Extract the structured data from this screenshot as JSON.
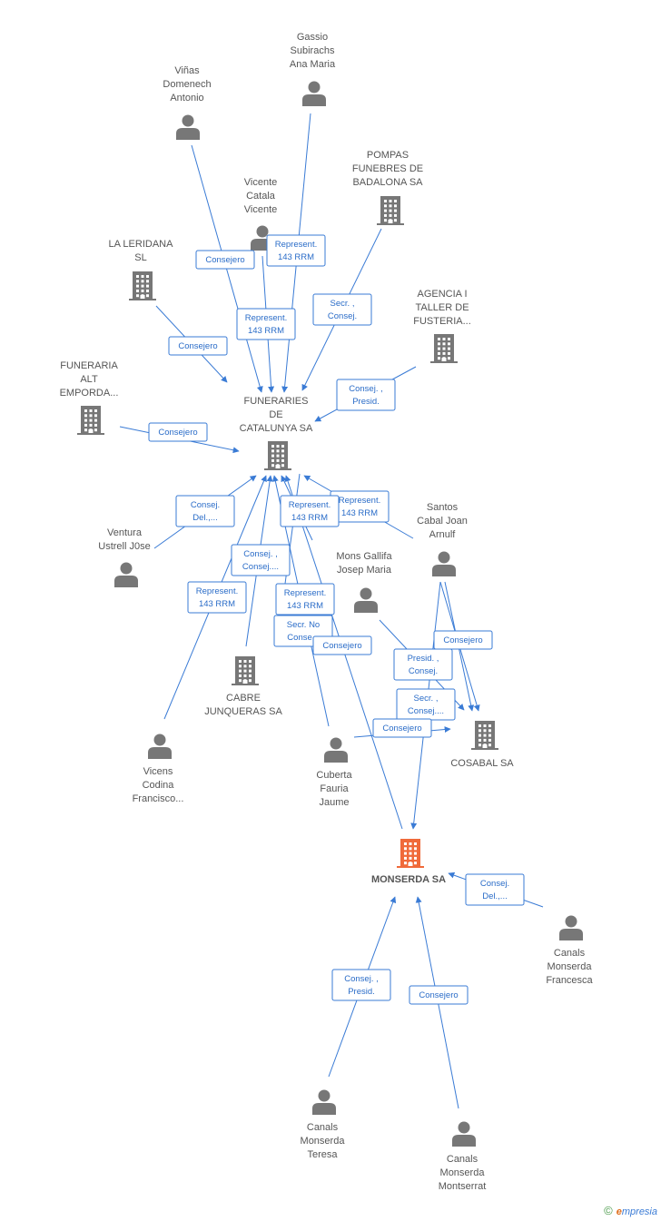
{
  "colors": {
    "person": "#777777",
    "company": "#777777",
    "focus": "#f06a3a",
    "edge": "#3a7bd5"
  },
  "nodes": [
    {
      "id": "gassio",
      "kind": "person",
      "label": [
        "Gassio",
        "Subirachs",
        "Ana Maria"
      ]
    },
    {
      "id": "vinas",
      "kind": "person",
      "label": [
        "Viñas",
        "Domenech",
        "Antonio"
      ]
    },
    {
      "id": "vicente",
      "kind": "person",
      "label": [
        "Vicente",
        "Catala",
        "Vicente"
      ]
    },
    {
      "id": "pompas",
      "kind": "company",
      "label": [
        "POMPAS",
        "FUNEBRES DE",
        "BADALONA SA"
      ]
    },
    {
      "id": "leridana",
      "kind": "company",
      "label": [
        "LA LERIDANA",
        "SL"
      ]
    },
    {
      "id": "agencia",
      "kind": "company",
      "label": [
        "AGENCIA I",
        "TALLER DE",
        "FUSTERIA..."
      ]
    },
    {
      "id": "funeraria_alt",
      "kind": "company",
      "label": [
        "FUNERARIA",
        "ALT",
        "EMPORDA..."
      ]
    },
    {
      "id": "funeraries",
      "kind": "company",
      "label": [
        "FUNERARIES",
        "DE",
        "CATALUNYA SA"
      ]
    },
    {
      "id": "ventura",
      "kind": "person",
      "label": [
        "Ventura",
        "Ustrell J0se"
      ]
    },
    {
      "id": "santos",
      "kind": "person",
      "label": [
        "Santos",
        "Cabal Joan",
        "Arnulf"
      ]
    },
    {
      "id": "mons",
      "kind": "person",
      "label": [
        "Mons Gallifa",
        "Josep Maria"
      ]
    },
    {
      "id": "cabre",
      "kind": "company",
      "label": [
        "CABRE",
        "JUNQUERAS SA"
      ]
    },
    {
      "id": "cosabal",
      "kind": "company",
      "label": [
        "COSABAL SA"
      ]
    },
    {
      "id": "vicens",
      "kind": "person",
      "label": [
        "Vicens",
        "Codina",
        "Francisco..."
      ]
    },
    {
      "id": "cuberta",
      "kind": "person",
      "label": [
        "Cuberta",
        "Fauria",
        "Jaume"
      ]
    },
    {
      "id": "monserda",
      "kind": "focus",
      "label": [
        "MONSERDA SA"
      ]
    },
    {
      "id": "francesca",
      "kind": "person",
      "label": [
        "Canals",
        "Monserda",
        "Francesca"
      ]
    },
    {
      "id": "teresa",
      "kind": "person",
      "label": [
        "Canals",
        "Monserda",
        "Teresa"
      ]
    },
    {
      "id": "montserrat",
      "kind": "person",
      "label": [
        "Canals",
        "Monserda",
        "Montserrat"
      ]
    }
  ],
  "edges": [
    {
      "from": "vinas",
      "to": "funeraries",
      "label": [
        "Consejero"
      ]
    },
    {
      "from": "gassio",
      "to": "funeraries",
      "label": [
        "Represent.",
        "143 RRM"
      ]
    },
    {
      "from": "vicente",
      "to": "funeraries",
      "label": [
        "Represent.",
        "143 RRM"
      ]
    },
    {
      "from": "pompas",
      "to": "funeraries",
      "label": [
        "Secr. ,",
        "Consej."
      ]
    },
    {
      "from": "leridana",
      "to": "funeraries",
      "label": [
        "Consejero"
      ]
    },
    {
      "from": "agencia",
      "to": "funeraries",
      "label": [
        "Consej. ,",
        "Presid."
      ]
    },
    {
      "from": "funeraria_alt",
      "to": "funeraries",
      "label": [
        "Consejero"
      ]
    },
    {
      "from": "ventura",
      "to": "funeraries",
      "label": [
        "Consej.",
        "Del.,..."
      ]
    },
    {
      "from": "cabre",
      "to": "funeraries",
      "label": [
        "Consej. ,",
        "Consej...."
      ]
    },
    {
      "from": "vicens",
      "to": "funeraries",
      "label": [
        "Represent.",
        "143 RRM"
      ]
    },
    {
      "from": "mons",
      "to": "funeraries",
      "label": [
        "Represent.",
        "143 RRM"
      ]
    },
    {
      "from": "santos",
      "to": "funeraries",
      "label": [
        "Represent.",
        "143 RRM"
      ]
    },
    {
      "from": "cuberta",
      "to": "funeraries",
      "label": [
        "Represent.",
        "143 RRM"
      ]
    },
    {
      "from": "funeraries",
      "to": "cabre",
      "label": [
        "Secr.  No",
        "Conse..."
      ]
    },
    {
      "from": "monserda",
      "to": "funeraries",
      "label": [
        "Consejero"
      ]
    },
    {
      "from": "santos",
      "to": "cosabal",
      "label": [
        "Consejero"
      ]
    },
    {
      "from": "mons",
      "to": "cosabal",
      "label": [
        "Presid. ,",
        "Consej."
      ]
    },
    {
      "from": "santos",
      "to": "cosabal",
      "label": [
        "Secr. ,",
        "Consej...."
      ]
    },
    {
      "from": "cuberta",
      "to": "cosabal",
      "label": [
        "Consejero"
      ]
    },
    {
      "from": "santos",
      "to": "monserda",
      "label": []
    },
    {
      "from": "francesca",
      "to": "monserda",
      "label": [
        "Consej.",
        "Del.,..."
      ]
    },
    {
      "from": "teresa",
      "to": "monserda",
      "label": [
        "Consej. ,",
        "Presid."
      ]
    },
    {
      "from": "montserrat",
      "to": "monserda",
      "label": [
        "Consejero"
      ]
    }
  ],
  "credit": {
    "symbol": "©",
    "brand_initial": "e",
    "brand_rest": "mpresia"
  }
}
